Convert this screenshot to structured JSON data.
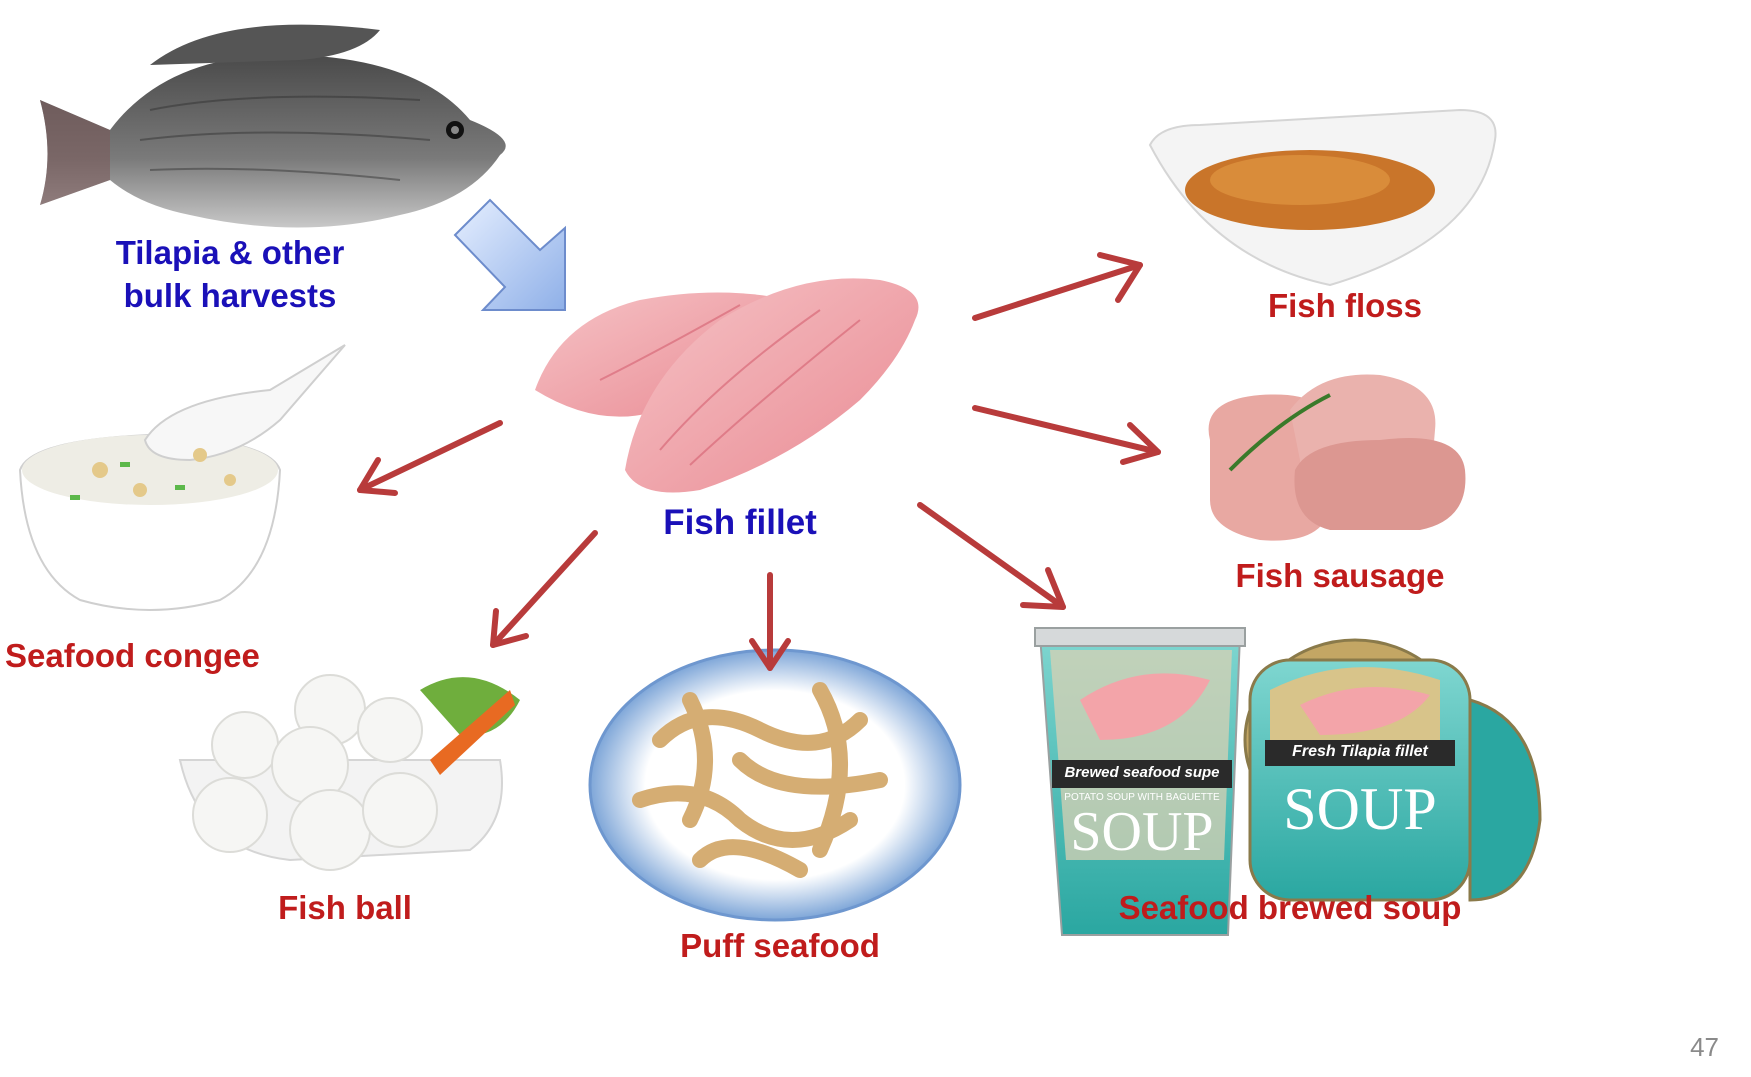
{
  "source": {
    "label_line1": "Tilapia & other",
    "label_line2": "bulk harvests"
  },
  "center": {
    "label": "Fish fillet"
  },
  "products": {
    "floss": "Fish floss",
    "sausage": "Fish sausage",
    "soup": "Seafood brewed soup",
    "congee": "Seafood congee",
    "ball": "Fish ball",
    "puff": "Puff seafood"
  },
  "soup_cup_1": {
    "band": "Brewed seafood supe",
    "small": "POTATO SOUP WITH BAGUETTE",
    "big": "SOUP"
  },
  "soup_cup_2": {
    "band": "Fresh Tilapia fillet",
    "big": "SOUP"
  },
  "page_number": "47",
  "colors": {
    "source_label": "#1a10b8",
    "product_label": "#c01c1c",
    "arrow_red": "#b83b3b",
    "arrow_blue": "#a9c4f0"
  }
}
